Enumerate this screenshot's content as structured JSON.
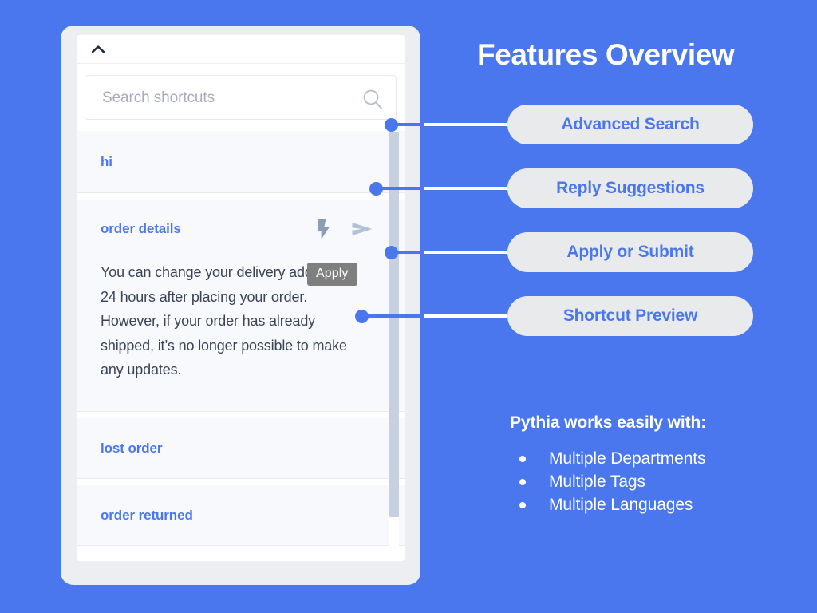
{
  "background_color": "#4a77ed",
  "accent_color": "#4a77ed",
  "pill_bg_color": "#e9eaec",
  "header": {
    "title": "Features Overview"
  },
  "widget": {
    "collapse_icon": "chevron-up-icon",
    "search": {
      "placeholder": "Search shortcuts",
      "value": "",
      "icon": "search-icon"
    },
    "shortcuts": [
      {
        "title": "hi",
        "expanded": false
      },
      {
        "title": "order details",
        "expanded": true,
        "actions": [
          {
            "name": "lightning-bolt-icon",
            "label": "Apply"
          },
          {
            "name": "send-icon",
            "label": "Submit"
          }
        ],
        "tooltip": "Apply",
        "body": "You can change your delivery address in 24 hours after placing your order. However, if your order has already shipped, it’s no longer possible to make any updates."
      },
      {
        "title": "lost order",
        "expanded": false
      },
      {
        "title": "order returned",
        "expanded": false
      }
    ]
  },
  "callouts": [
    {
      "label": "Advanced Search"
    },
    {
      "label": "Reply Suggestions"
    },
    {
      "label": "Apply or Submit"
    },
    {
      "label": "Shortcut Preview"
    }
  ],
  "works_with": {
    "title": "Pythia works easily with:",
    "items": [
      "Multiple Departments",
      "Multiple Tags",
      "Multiple Languages"
    ]
  }
}
